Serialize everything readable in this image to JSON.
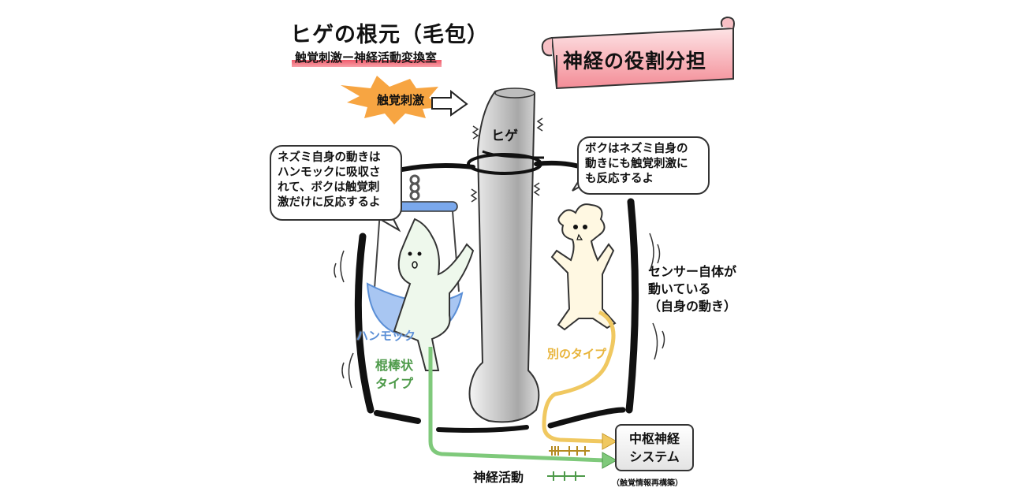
{
  "title": {
    "main": "ヒゲの根元（毛包）",
    "subtitle": "触覚刺激ー神経活動変換室"
  },
  "banner": {
    "text": "神経の役割分担"
  },
  "stimulus": {
    "label": "触覚刺激"
  },
  "whisker": {
    "label": "ヒゲ"
  },
  "bubbles": {
    "left": [
      "ネズミ自身の動きは",
      "ハンモックに吸収さ",
      "れて、ボクは触覚刺",
      "激だけに反応するよ"
    ],
    "right": [
      "ボクはネズミ自身の",
      "動きにも触覚刺激に",
      "も反応するよ"
    ]
  },
  "sensor_note": [
    "センサー自体が",
    "動いている",
    "（自身の動き）"
  ],
  "labels": {
    "hammock": "ハンモック",
    "rod_type": [
      "棍棒状",
      "タイプ"
    ],
    "other_type": "別のタイプ",
    "nerve_activity": "神経活動"
  },
  "cns": {
    "lines": [
      "中枢神経",
      "システム"
    ],
    "note": "（触覚情報再構築）"
  },
  "colors": {
    "rod_type": "#4e9a4a",
    "other_type": "#e8b43a",
    "hammock": "#5b8fd6",
    "banner": "#f6a7ad",
    "burst": "#f7a542"
  }
}
